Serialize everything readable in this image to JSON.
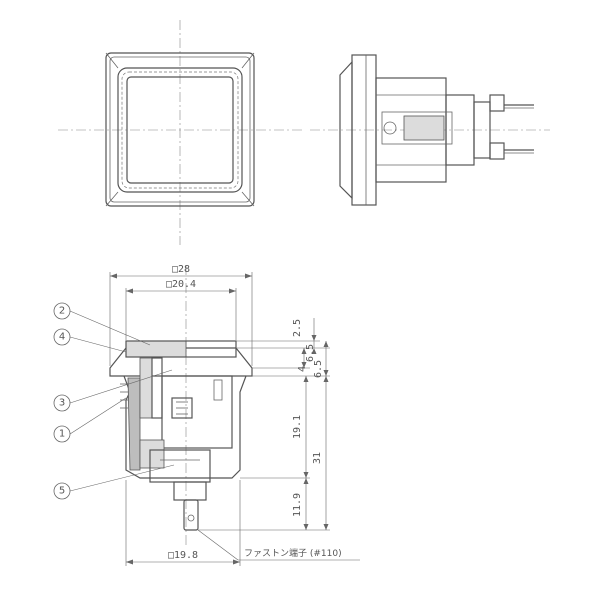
{
  "dimensions": {
    "width_outer": "□28",
    "width_inner": "□20.4",
    "width_bottom": "□19.8",
    "h_2_5": "2.5",
    "h_6_5": "6.5",
    "h_4": "4",
    "h_6_5b": "6.5",
    "h_19_1": "19.1",
    "h_31": "31",
    "h_11_9": "11.9"
  },
  "callouts": {
    "c1": "1",
    "c2": "2",
    "c3": "3",
    "c4": "4",
    "c5": "5"
  },
  "labels": {
    "terminal_note": "ファストン端子 (#110)"
  },
  "colors": {
    "line": "#555555",
    "fill_light": "#dcdcdc",
    "fill_mid": "#bdbdbd"
  }
}
